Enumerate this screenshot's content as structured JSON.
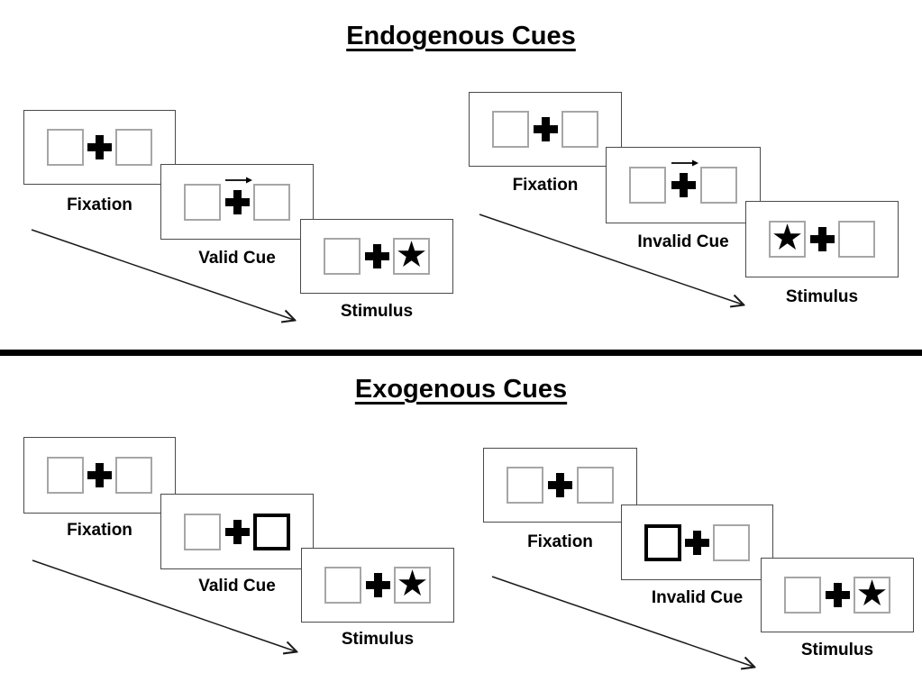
{
  "sections": [
    {
      "title": "Endogenous Cues",
      "sequences": [
        {
          "name": "valid",
          "steps": [
            {
              "label": "Fixation",
              "cue": "none",
              "star": "none"
            },
            {
              "label": "Valid Cue",
              "cue": "central-arrow-right",
              "star": "none"
            },
            {
              "label": "Stimulus",
              "cue": "none",
              "star": "right"
            }
          ]
        },
        {
          "name": "invalid",
          "steps": [
            {
              "label": "Fixation",
              "cue": "none",
              "star": "none"
            },
            {
              "label": "Invalid Cue",
              "cue": "central-arrow-right",
              "star": "none"
            },
            {
              "label": "Stimulus",
              "cue": "none",
              "star": "left"
            }
          ]
        }
      ]
    },
    {
      "title": "Exogenous Cues",
      "sequences": [
        {
          "name": "valid",
          "steps": [
            {
              "label": "Fixation",
              "cue": "none",
              "star": "none"
            },
            {
              "label": "Valid Cue",
              "cue": "peripheral-thick-box-right",
              "star": "none"
            },
            {
              "label": "Stimulus",
              "cue": "none",
              "star": "right"
            }
          ]
        },
        {
          "name": "invalid",
          "steps": [
            {
              "label": "Fixation",
              "cue": "none",
              "star": "none"
            },
            {
              "label": "Invalid Cue",
              "cue": "peripheral-thick-box-left",
              "star": "none"
            },
            {
              "label": "Stimulus",
              "cue": "none",
              "star": "right"
            }
          ]
        }
      ]
    }
  ],
  "icons": {
    "star_glyph": "★",
    "fixation_cross": "heavy-plus-shape",
    "cue_arrow": "thin-right-arrow",
    "timeline_arrow": "diagonal-open-arrow"
  },
  "colors": {
    "background": "#ffffff",
    "panel_border": "#4a4a4a",
    "square_border": "#a6a6a6",
    "ink": "#000000"
  }
}
